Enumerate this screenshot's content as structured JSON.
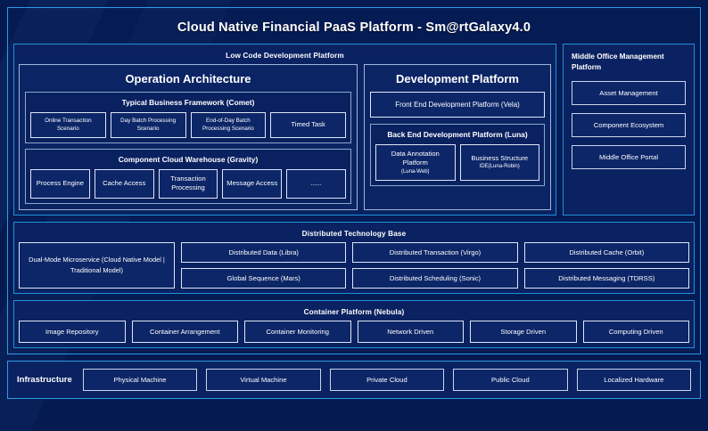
{
  "header": {
    "title": "Cloud Native Financial PaaS Platform - Sm@rtGalaxy4.0"
  },
  "low_code": {
    "title": "Low Code Development Platform",
    "operation_architecture": {
      "title": "Operation Architecture",
      "comet": {
        "title": "Typical Business Framework (Comet)",
        "items": [
          "Online Transaction Scenario",
          "Day Batch Processing Scenario",
          "End-of-Day Batch Processing Scenario",
          "Timed Task"
        ]
      },
      "gravity": {
        "title": "Component Cloud Warehouse (Gravity)",
        "items": [
          "Process Engine",
          "Cache Access",
          "Transaction Processing",
          "Message Access",
          "......"
        ]
      }
    },
    "development_platform": {
      "title": "Development Platform",
      "front_end": "Front End Development Platform (Vela)",
      "back_end": {
        "title": "Back End Development Platform (Luna)",
        "items": [
          {
            "name": "Data Annotation Platform",
            "sub": "(Luna-Web)"
          },
          {
            "name": "Business Structure",
            "sub": "IDE(Luna-Robin)"
          }
        ]
      }
    }
  },
  "middle_office": {
    "title": "Middle Office Management Platform",
    "items": [
      "Asset Management",
      "Component Ecosystem",
      "Middle Office Portal"
    ]
  },
  "distributed_technology_base": {
    "title": "Distributed Technology Base",
    "dual_mode": "Dual-Mode Microservice (Cloud Native Model | Traditional Model)",
    "columns": [
      [
        "Distributed Data (Libra)",
        "Global Sequence (Mars)"
      ],
      [
        "Distributed Transaction (Virgo)",
        "Distributed Scheduling (Sonic)"
      ],
      [
        "Distributed Cache (Orbit)",
        "Distributed Messaging (TDRSS)"
      ]
    ]
  },
  "container_platform": {
    "title": "Container Platform (Nebula)",
    "items": [
      "Image Repository",
      "Container Arrangement",
      "Container Monitoring",
      "Network Driven",
      "Storage Driven",
      "Computing Driven"
    ]
  },
  "infrastructure": {
    "label": "Infrastructure",
    "items": [
      "Physical Machine",
      "Virtual Machine",
      "Private Cloud",
      "Public Cloud",
      "Localized Hardware"
    ]
  },
  "colors": {
    "background": "#041a50",
    "accent_border": "#2b9ce8",
    "section_border": "#2090dc",
    "box_border": "#dfe7f4",
    "box_fill": "#0c2668",
    "text": "#ffffff"
  }
}
